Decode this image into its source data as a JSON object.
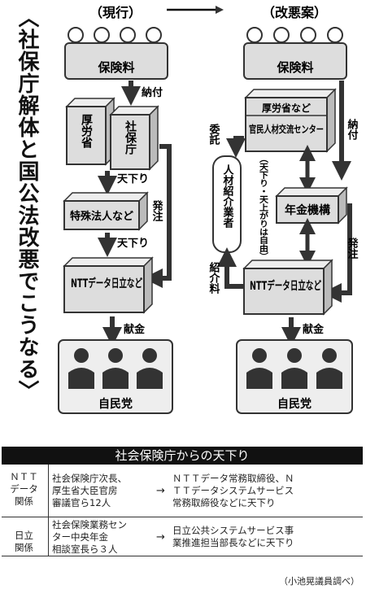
{
  "side_title": "〈社保庁解体と国公法改悪でこうなる〉",
  "current": {
    "header": "（現行）",
    "premium": "保険料",
    "pay": "納付",
    "mhlw": "厚労省",
    "sia": "社保庁",
    "amakudari1": "天下り",
    "special_corp": "特殊法人など",
    "order": "発注",
    "amakudari2": "天下り",
    "vendors": "NTTデータ日立など",
    "donation": "献金",
    "ldp": "自民党"
  },
  "proposal": {
    "header": "（改悪案）",
    "premium": "保険料",
    "mhlw": "厚労省など",
    "center": "官民人材交流センター",
    "pay": "納付",
    "entrust": "委託",
    "agency": "人材紹介業者",
    "free": "（天下り・天上がりは自由）",
    "pension_org": "年金機構",
    "order": "発注",
    "referral_fee": "紹介料",
    "vendors": "NTTデータ日立など",
    "donation": "献金",
    "ldp": "自民党"
  },
  "table": {
    "title": "社会保険庁からの天下り",
    "rows": [
      {
        "org": "NTTデータ関係",
        "org_lines": [
          "ＮＴＴ",
          "データ",
          "関係"
        ],
        "from_lines": [
          "社会保険庁次長、",
          "厚生省大臣官房",
          "審議官ら12人"
        ],
        "arrow": "→",
        "to_lines": [
          "ＮＴＴデータ常務取締役、Ｎ",
          "ＴＴデータシステムサービス",
          "常務取締役などに天下り"
        ]
      },
      {
        "org": "日立関係",
        "org_lines": [
          "日立",
          "関係"
        ],
        "from_lines": [
          "社会保険業務セン",
          "ター中央年金",
          "相談室長ら３人"
        ],
        "arrow": "→",
        "to_lines": [
          "日立公共システムサービス事",
          "業推進担当部長などに天下り"
        ]
      }
    ],
    "source": "（小池晃議員調べ）"
  }
}
